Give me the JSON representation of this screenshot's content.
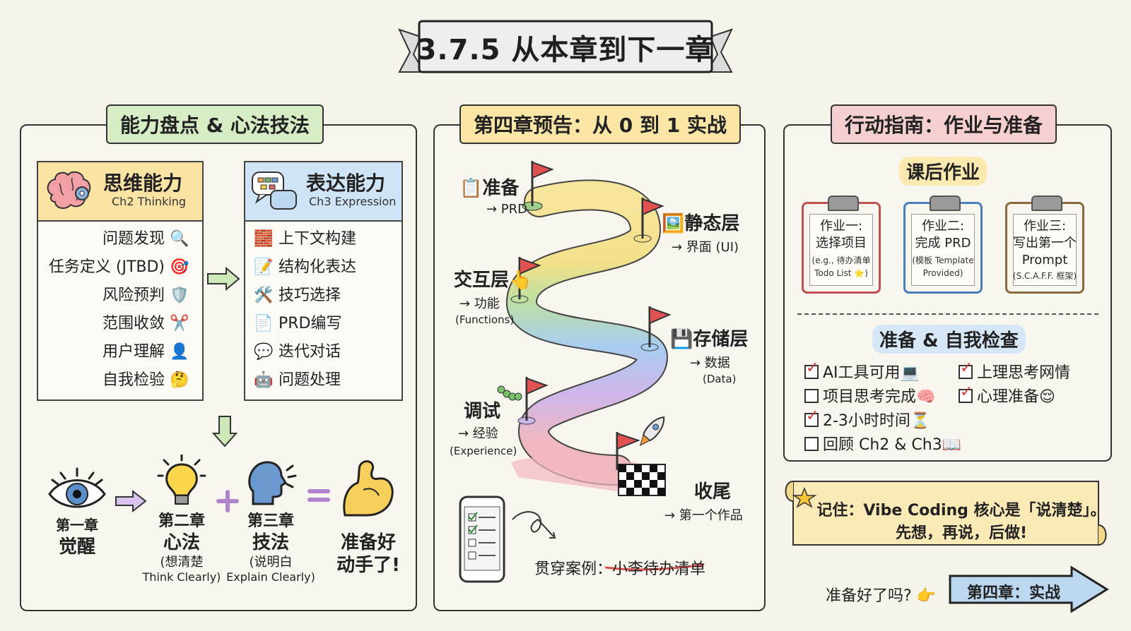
{
  "title": "3.7.5 从本章到下一章",
  "sections": {
    "left": {
      "header": "能力盘点 & 心法技法"
    },
    "mid": {
      "header": "第四章预告：从 0 到 1 实战"
    },
    "right": {
      "header": "行动指南：作业与准备"
    }
  },
  "thinking": {
    "title": "思维能力",
    "subtitle": "Ch2 Thinking",
    "items": [
      {
        "label": "问题发现",
        "emoji": "🔍"
      },
      {
        "label": "任务定义 (JTBD)",
        "emoji": "🎯"
      },
      {
        "label": "风险预判",
        "emoji": "🛡️"
      },
      {
        "label": "范围收敛",
        "emoji": "✂️"
      },
      {
        "label": "用户理解",
        "emoji": "👤"
      },
      {
        "label": "自我检验",
        "emoji": "🤔"
      }
    ]
  },
  "expression": {
    "title": "表达能力",
    "subtitle": "Ch3 Expression",
    "items": [
      {
        "label": "上下文构建",
        "emoji": "🧱"
      },
      {
        "label": "结构化表达",
        "emoji": "📝"
      },
      {
        "label": "技巧选择",
        "emoji": "🛠️"
      },
      {
        "label": "PRD编写",
        "emoji": "📄"
      },
      {
        "label": "迭代对话",
        "emoji": "💬"
      },
      {
        "label": "问题处理",
        "emoji": "🤖"
      }
    ]
  },
  "equation": {
    "ch1_line1": "第一章",
    "ch1_line2": "觉醒",
    "ch2_line1": "第二章",
    "ch2_line2": "心法",
    "ch2_line3": "(想清楚",
    "ch2_line4": "Think Clearly)",
    "ch3_line1": "第三章",
    "ch3_line2": "技法",
    "ch3_line3": "(说明白",
    "ch3_line4": "Explain Clearly)",
    "result_line1": "准备好",
    "result_line2": "动手了!"
  },
  "roadmap": {
    "stages": [
      {
        "emoji": "📋",
        "name": "准备",
        "sub": "→ PRD",
        "sub2": ""
      },
      {
        "emoji": "🖼️",
        "name": "静态层",
        "sub": "→ 界面 (UI)",
        "sub2": ""
      },
      {
        "emoji": "👆",
        "name": "交互层",
        "sub": "→ 功能",
        "sub2": "(Functions)"
      },
      {
        "emoji": "💾",
        "name": "存储层",
        "sub": "→ 数据",
        "sub2": "(Data)"
      },
      {
        "emoji": "🐛",
        "name": "调试",
        "sub": "→ 经验",
        "sub2": "(Experience)"
      },
      {
        "emoji": "",
        "name": "收尾",
        "sub": "→ 第一个作品",
        "sub2": ""
      }
    ],
    "case_prefix": "贯穿案例：",
    "case_name": "小李待办清单"
  },
  "homework": {
    "label": "课后作业",
    "items": [
      {
        "title1": "作业一:",
        "title2": "选择项目",
        "title3": "",
        "note1": "(e.g., 待办清单",
        "note2": "Todo List ⭐)",
        "color": "#c0504d"
      },
      {
        "title1": "作业二:",
        "title2": "完成 PRD",
        "title3": "",
        "note1": "(模板 Template",
        "note2": "Provided)",
        "color": "#4a7ebb"
      },
      {
        "title1": "作业三:",
        "title2": "写出第一个",
        "title3": "Prompt",
        "note1": "(S.C.A.F.F. 框架)",
        "note2": "",
        "color": "#8a6a3a"
      }
    ]
  },
  "checklist": {
    "label": "准备 & 自我检查",
    "items": [
      {
        "text": "AI工具可用",
        "emoji": "💻",
        "checked": true
      },
      {
        "text": "上理思考网情",
        "emoji": "",
        "checked": true
      },
      {
        "text": "项目思考完成",
        "emoji": "🧠",
        "checked": false
      },
      {
        "text": "心理准备",
        "emoji": "😌",
        "checked": true
      },
      {
        "text": "2-3小时时间",
        "emoji": "⏳",
        "checked": true
      },
      {
        "text": "回顾 Ch2 & Ch3",
        "emoji": "📖",
        "checked": false
      }
    ]
  },
  "reminder": {
    "line1": "记住：Vibe Coding 核心是「说清楚」。",
    "line2": "先想，再说，后做!"
  },
  "footer": {
    "question": "准备好了吗?",
    "emoji": "👉",
    "cta": "第四章：实战"
  }
}
